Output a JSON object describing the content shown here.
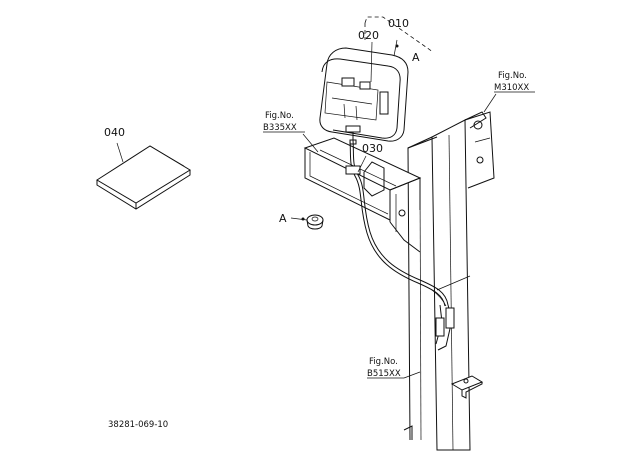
{
  "parts": [
    {
      "ref": "010"
    },
    {
      "ref": "020"
    },
    {
      "ref": "030"
    },
    {
      "ref": "040"
    }
  ],
  "view_marker": "A",
  "figure_refs": [
    {
      "line1": "Fig.No.",
      "line2": "M310XX"
    },
    {
      "line1": "Fig.No.",
      "line2": "B335XX"
    },
    {
      "line1": "Fig.No.",
      "line2": "B515XX"
    }
  ],
  "drawing_number": "38281-069-10"
}
